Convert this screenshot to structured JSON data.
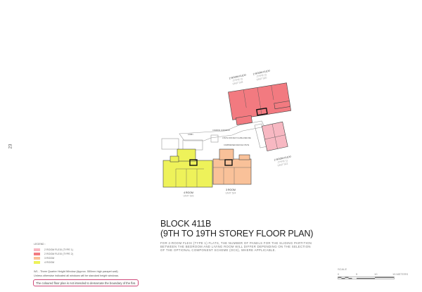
{
  "page_number": "23",
  "title": {
    "line1": "BLOCK 411B",
    "line2": "(9TH TO 19TH STOREY FLOOR PLAN)"
  },
  "note": "FOR 2-ROOM FLEXI (TYPE 1) FLATS, THE NUMBER OF PANELS FOR THE SLIDING PARTITION\nBETWEEN THE BEDROOM AND LIVING ROOM WILL DIFFER DEPENDING ON THE SELECTION\nOF THE OPTIONAL COMPONENT SCHEME (OCS), WHERE APPLICABLE.",
  "legend": {
    "heading": "LEGEND :",
    "items": [
      {
        "label": "2 ROOM FLEXI (TYPE 1)",
        "color": "#f7b8c2"
      },
      {
        "label": "2 ROOM FLEXI (TYPE 2)",
        "color": "#f27a80"
      },
      {
        "label": "3 ROOM",
        "color": "#f9c199"
      },
      {
        "label": "4 ROOM",
        "color": "#eef25a"
      }
    ]
  },
  "w1_note": "W1  -  Three Quarter Height Window (Approx. 550mm high parapet wall)",
  "window_note": "Unless otherwise indicated all windows will be standard height windows.",
  "disclaimer": "The coloured floor plan is not intended to demarcate the boundary of the flat.",
  "scale": {
    "label": "SCALE",
    "ticks": [
      "0",
      "5",
      "10",
      "15 METERS"
    ]
  },
  "plan": {
    "units": [
      {
        "type": "2 ROOM FLEXI",
        "subtype": "(TYPE 2)",
        "unit": "UNIT 518"
      },
      {
        "type": "2 ROOM FLEXI",
        "subtype": "(TYPE 2)",
        "unit": "UNIT 520"
      },
      {
        "type": "2 ROOM FLEXI",
        "subtype": "(TYPE 1)",
        "unit": "UNIT 522"
      },
      {
        "type": "3 ROOM",
        "unit": "UNIT 524"
      },
      {
        "type": "4 ROOM",
        "unit": "UNIT 526"
      }
    ],
    "labels": {
      "lobby": "LOBBY",
      "corridor": "COMMON CORRIDOR",
      "chute_recycle": "CHUTE FOR RECYCLABLE REFUSE",
      "chute_compressed": "COMPRESSED REFUSE CHUTE"
    }
  }
}
